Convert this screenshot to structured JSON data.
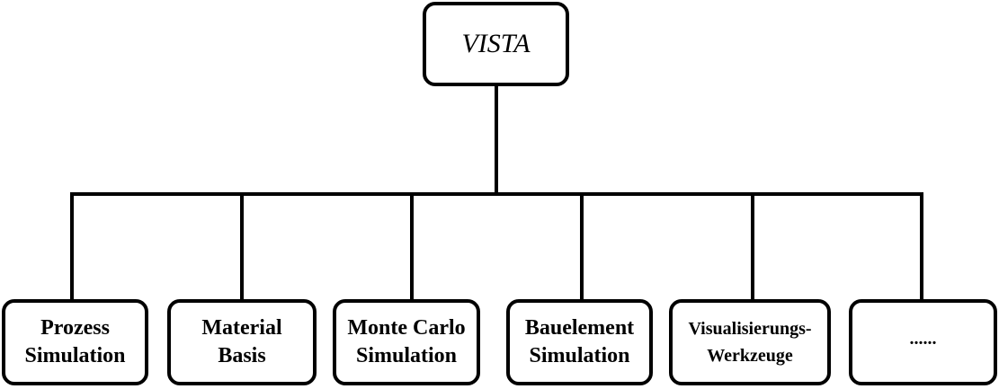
{
  "root": {
    "label": "VISTA"
  },
  "children": [
    {
      "label": "Prozess\nSimulation"
    },
    {
      "label": "Material\nBasis"
    },
    {
      "label": "Monte Carlo\nSimulation"
    },
    {
      "label": "Bauelement\nSimulation"
    },
    {
      "label": "Visualisierungs-\nWerkzeuge"
    },
    {
      "label": "......"
    }
  ]
}
